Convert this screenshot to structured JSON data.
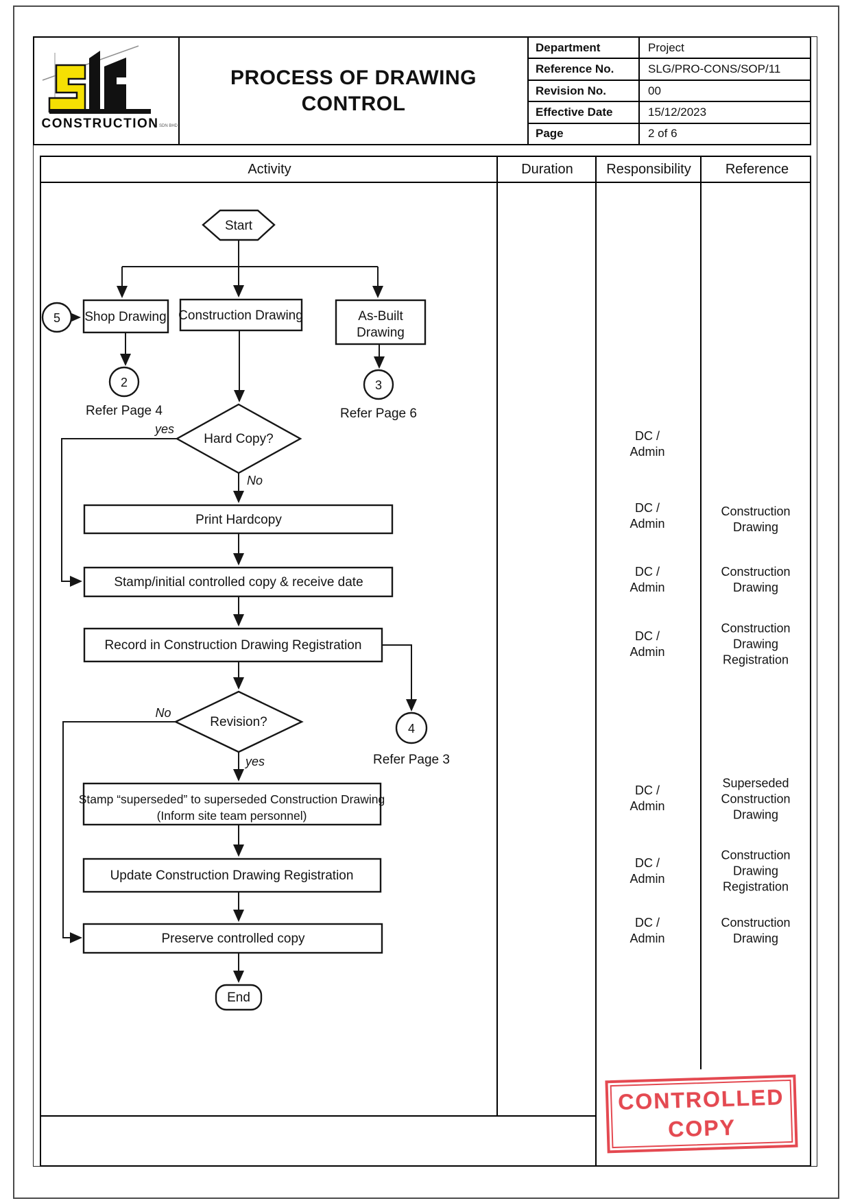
{
  "header": {
    "logo": {
      "company": "CONSTRUCTION",
      "suffix": "SDN BHD"
    },
    "title": {
      "line1": "PROCESS OF DRAWING",
      "line2": "CONTROL"
    },
    "info": {
      "r1": {
        "label": "Department",
        "value": "Project"
      },
      "r2": {
        "label": "Reference No.",
        "value": "SLG/PRO-CONS/SOP/11"
      },
      "r3": {
        "label": "Revision No.",
        "value": "00"
      },
      "r4": {
        "label": "Effective Date",
        "value": "15/12/2023"
      },
      "r5": {
        "label": "Page",
        "value": "2 of 6"
      }
    }
  },
  "table": {
    "col_activity": "Activity",
    "col_duration": "Duration",
    "col_responsibility": "Responsibility",
    "col_reference": "Reference"
  },
  "flow": {
    "start": "Start",
    "shop": "Shop Drawing",
    "construction": "Construction Drawing",
    "asbuilt_line1": "As-Built",
    "asbuilt_line2": "Drawing",
    "connector5": "5",
    "connector2": "2",
    "connector3": "3",
    "connector4": "4",
    "refer_page4": "Refer Page 4",
    "refer_page6": "Refer Page 6",
    "refer_page3": "Refer Page 3",
    "hardcopy_q": "Hard Copy?",
    "hardcopy_yes": "yes",
    "hardcopy_no": "No",
    "print": "Print Hardcopy",
    "stamp_initial": "Stamp/initial controlled copy & receive date",
    "record": "Record in Construction Drawing Registration",
    "revision_q": "Revision?",
    "revision_no": "No",
    "revision_yes": "yes",
    "superseded_line1": "Stamp “superseded” to superseded Construction Drawing",
    "superseded_line2": "(Inform site team personnel)",
    "update": "Update Construction Drawing Registration",
    "preserve": "Preserve controlled copy",
    "end": "End"
  },
  "responsibility": {
    "hardcopy": "DC /\nAdmin",
    "print": "DC /\nAdmin",
    "stamp_initial": "DC /\nAdmin",
    "record": "DC /\nAdmin",
    "superseded": "DC /\nAdmin",
    "update": "DC /\nAdmin",
    "preserve": "DC /\nAdmin"
  },
  "reference": {
    "print": "Construction\nDrawing",
    "stamp_initial": "Construction\nDrawing",
    "record": "Construction\nDrawing\nRegistration",
    "superseded": "Superseded\nConstruction\nDrawing",
    "update": "Construction\nDrawing\nRegistration",
    "preserve": "Construction\nDrawing"
  },
  "stamp": {
    "line1": "CONTROLLED",
    "line2": "COPY",
    "color": "#e23c44"
  }
}
